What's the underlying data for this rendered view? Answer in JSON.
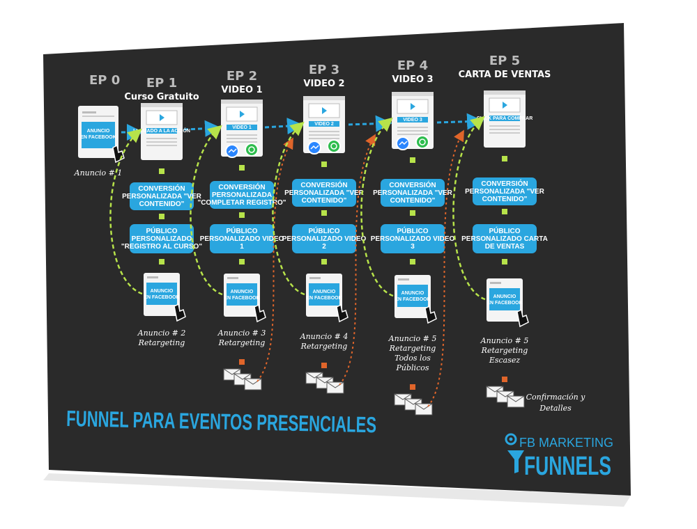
{
  "title": "FUNNEL PARA EVENTOS PRESENCIALES",
  "logo": {
    "line1": "FB MARKETING",
    "line2": "FUNNELS"
  },
  "colors": {
    "board": "#2a2a2a",
    "accent": "#2aa6df",
    "green": "#b7e34a",
    "orange": "#e0652a"
  },
  "ep0": {
    "label": "EP 0",
    "ad_text": "ANUNCIO EN FACEBOOK",
    "caption": "Anuncio # 1"
  },
  "steps": [
    {
      "label": "EP 1",
      "subtitle": "Curso Gratuito",
      "page_button": "LLAMADO A LA ACCIÓN",
      "conversion": "CONVERSIÓN PERSONALIZADA \"VER CONTENIDO\"",
      "audience": "PÚBLICO PERSONALIZADO \"REGISTRO AL CURSO\"",
      "ad_text": "ANUNCIO EN FACEBOOK",
      "caption": "Anuncio # 2 Retargeting"
    },
    {
      "label": "EP 2",
      "subtitle": "VIDEO 1",
      "page_button": "VIDEO 1",
      "conversion": "CONVERSIÓN PERSONALIZADA \"COMPLETAR REGISTRO\"",
      "audience": "PÚBLICO PERSONALIZADO VIDEO 1",
      "ad_text": "ANUNCIO EN FACEBOOK",
      "caption": "Anuncio # 3 Retargeting"
    },
    {
      "label": "EP 3",
      "subtitle": "VIDEO 2",
      "page_button": "VIDEO 2",
      "conversion": "CONVERSIÓN PERSONALIZADA \"VER CONTENIDO\"",
      "audience": "PÚBLICO PERSONALIZADO VIDEO 2",
      "ad_text": "ANUNCIO EN FACEBOOK",
      "caption": "Anuncio # 4 Retargeting"
    },
    {
      "label": "EP 4",
      "subtitle": "VIDEO 3",
      "page_button": "VIDEO 3",
      "conversion": "CONVERSIÓN PERSONALIZADA \"VER CONTENIDO\"",
      "audience": "PÚBLICO PERSONALIZADO VIDEO 3",
      "ad_text": "ANUNCIO EN FACEBOOK",
      "caption": "Anuncio # 5 Retargeting Todos los Públicos"
    },
    {
      "label": "EP 5",
      "subtitle": "CARTA DE VENTAS",
      "page_button": "CLICK PARA COMPRAR",
      "conversion": "CONVERSIÓN PERSONALIZADA \"VER CONTENIDO\"",
      "audience": "PÚBLICO PERSONALIZADO CARTA DE VENTAS",
      "ad_text": "ANUNCIO EN FACEBOOK",
      "caption": "Anuncio # 5 Retargeting Escasez"
    }
  ],
  "email_caption": "Confirmación y Detalles",
  "icons": {
    "ad_cursor": "hand-cursor-icon",
    "messenger": "messenger-icon",
    "whatsapp": "whatsapp-icon",
    "email": "email-stack-icon",
    "play": "play-icon",
    "gear": "gear-icon"
  }
}
